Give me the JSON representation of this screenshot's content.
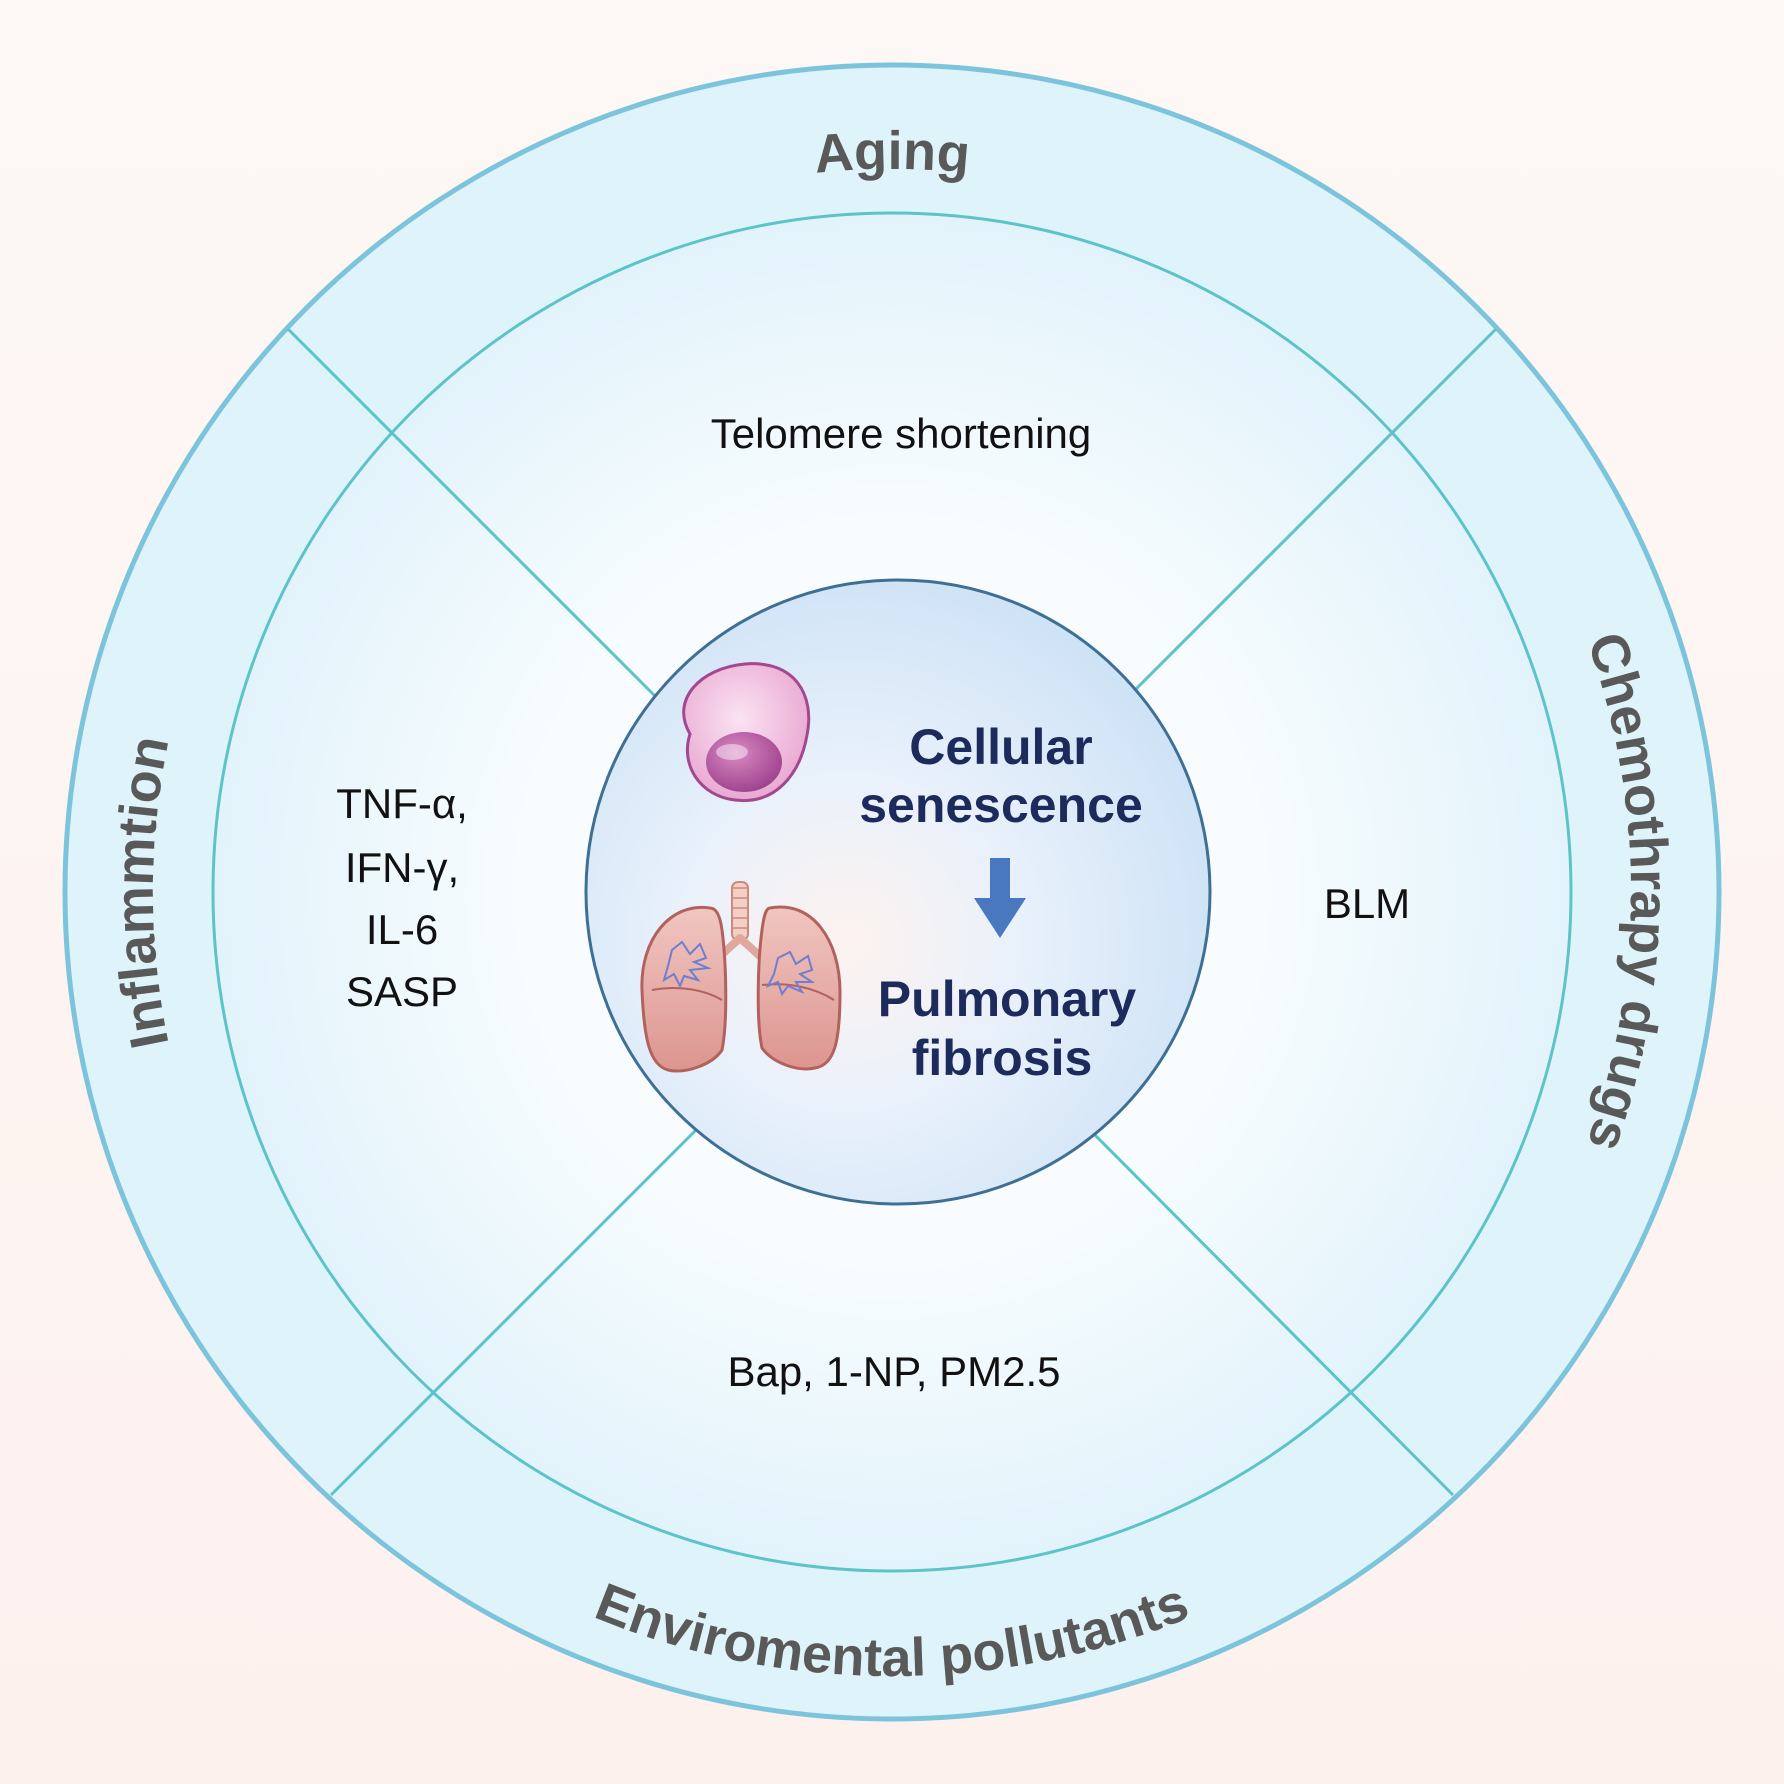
{
  "outer_labels": {
    "top": "Aging",
    "left": "Inflammtion",
    "right": "Chemothrapy drugs",
    "bottom": "Enviromental pollutants"
  },
  "inner_factors": {
    "top": [
      "Telomere shortening"
    ],
    "left": [
      "TNF-α,",
      "IFN-γ,",
      "IL-6",
      "SASP"
    ],
    "right": [
      "BLM"
    ],
    "bottom": [
      "Bap, 1-NP,  PM2.5"
    ]
  },
  "center": {
    "cause": [
      "Cellular",
      "senescence"
    ],
    "effect": [
      "Pulmonary",
      "fibrosis"
    ],
    "cell_icon": "senescent-cell-icon",
    "lungs_icon": "fibrotic-lungs-icon",
    "arrow_icon": "arrow-down-icon"
  },
  "colors": {
    "ring_fill": "#dff3fb",
    "ring_stroke": "#7cc4dc",
    "divider": "#5cc4c8",
    "center_fill": "#d6e8f8",
    "center_stroke": "#3e6f95",
    "arrow": "#4a78c0",
    "center_text": "#1c2a5c",
    "label_text": "#595959"
  }
}
